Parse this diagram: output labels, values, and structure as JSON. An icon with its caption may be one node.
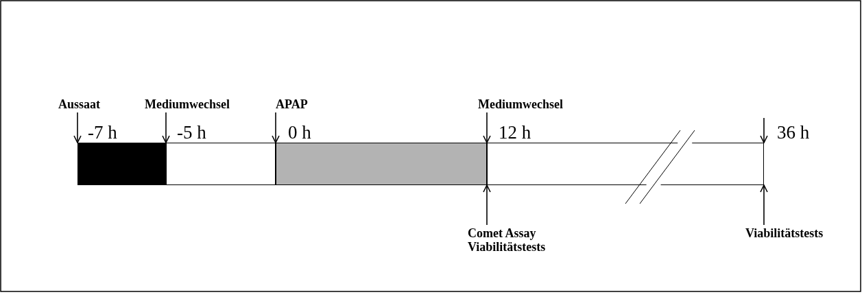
{
  "diagram": {
    "nodes": [
      {
        "text": [],
        "shape": "bar"
      },
      {
        "text": [],
        "shape": "bar"
      },
      {
        "text": [],
        "shape": "bar"
      },
      {
        "text": [],
        "shape": "bar"
      },
      {
        "text": [
          "Aussaat"
        ]
      },
      {
        "text": [
          "Mediumwechsel"
        ]
      },
      {
        "text": [
          "APAP"
        ]
      },
      {
        "text": [
          "Mediumwechsel"
        ]
      },
      {
        "text": [
          "Comet Assay",
          "Viabilitätstests"
        ]
      },
      {
        "text": [
          "Viabilitätstests"
        ]
      }
    ],
    "edges": [
      {
        "from": 4,
        "to": 0,
        "arrow": "to"
      },
      {
        "from": 5,
        "to": 1,
        "arrow": "to"
      },
      {
        "from": 6,
        "to": 2,
        "arrow": "to"
      },
      {
        "from": 7,
        "to": 3,
        "arrow": "to"
      },
      {
        "from": null,
        "to": 3,
        "arrow": "to"
      },
      {
        "from": 8,
        "to": 3,
        "arrow": "to"
      },
      {
        "from": 9,
        "to": 3,
        "arrow": "to"
      }
    ],
    "labels": [
      "-7 h",
      "-5 h",
      "0 h",
      "12 h",
      "36 h"
    ]
  }
}
